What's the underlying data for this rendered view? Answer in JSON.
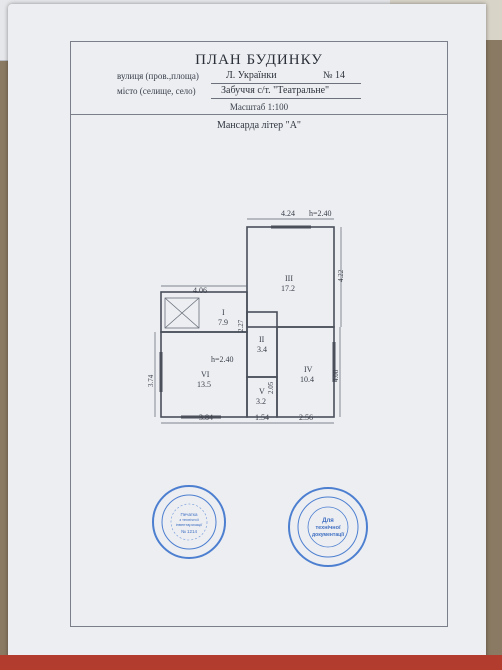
{
  "document": {
    "title": "ПЛАН БУДИНКУ",
    "street_label": "вулиця (пров.,площа)",
    "street_value": "Л. Українки",
    "house_number": "№ 14",
    "city_label": "місто (селище, село)",
    "city_value": "Забуччя с/т. \"Театральне\"",
    "scale": "Масштаб 1:100",
    "floor_title": "Мансарда  літер \"А\""
  },
  "plan": {
    "rooms": [
      {
        "number": "I",
        "area": "7.9"
      },
      {
        "number": "II",
        "area": "3.4"
      },
      {
        "number": "III",
        "area": "17.2"
      },
      {
        "number": "IV",
        "area": "10.4"
      },
      {
        "number": "V",
        "area": "3.2"
      },
      {
        "number": "VI",
        "area": "13.5"
      }
    ],
    "dimensions": {
      "top_width": "4.24",
      "top_height_label": "h=2.40",
      "room3_side": "4.22",
      "room1_width": "4.06",
      "room1_side": "2.27",
      "room6_height_label": "h=2.40",
      "room6_side": "3.74",
      "room5_side": "2.05",
      "room4_side": "4.08",
      "bottom_left": "3.84",
      "bottom_mid": "1.54",
      "bottom_right": "2.56"
    }
  },
  "stamps": {
    "left": {
      "center_line1": "Печатка",
      "center_line2": "з технічної",
      "center_line3": "інвентаризації",
      "center_number": "№ 1214"
    },
    "right": {
      "center_line1": "Для",
      "center_line2": "технічної",
      "center_line3": "документації"
    }
  }
}
